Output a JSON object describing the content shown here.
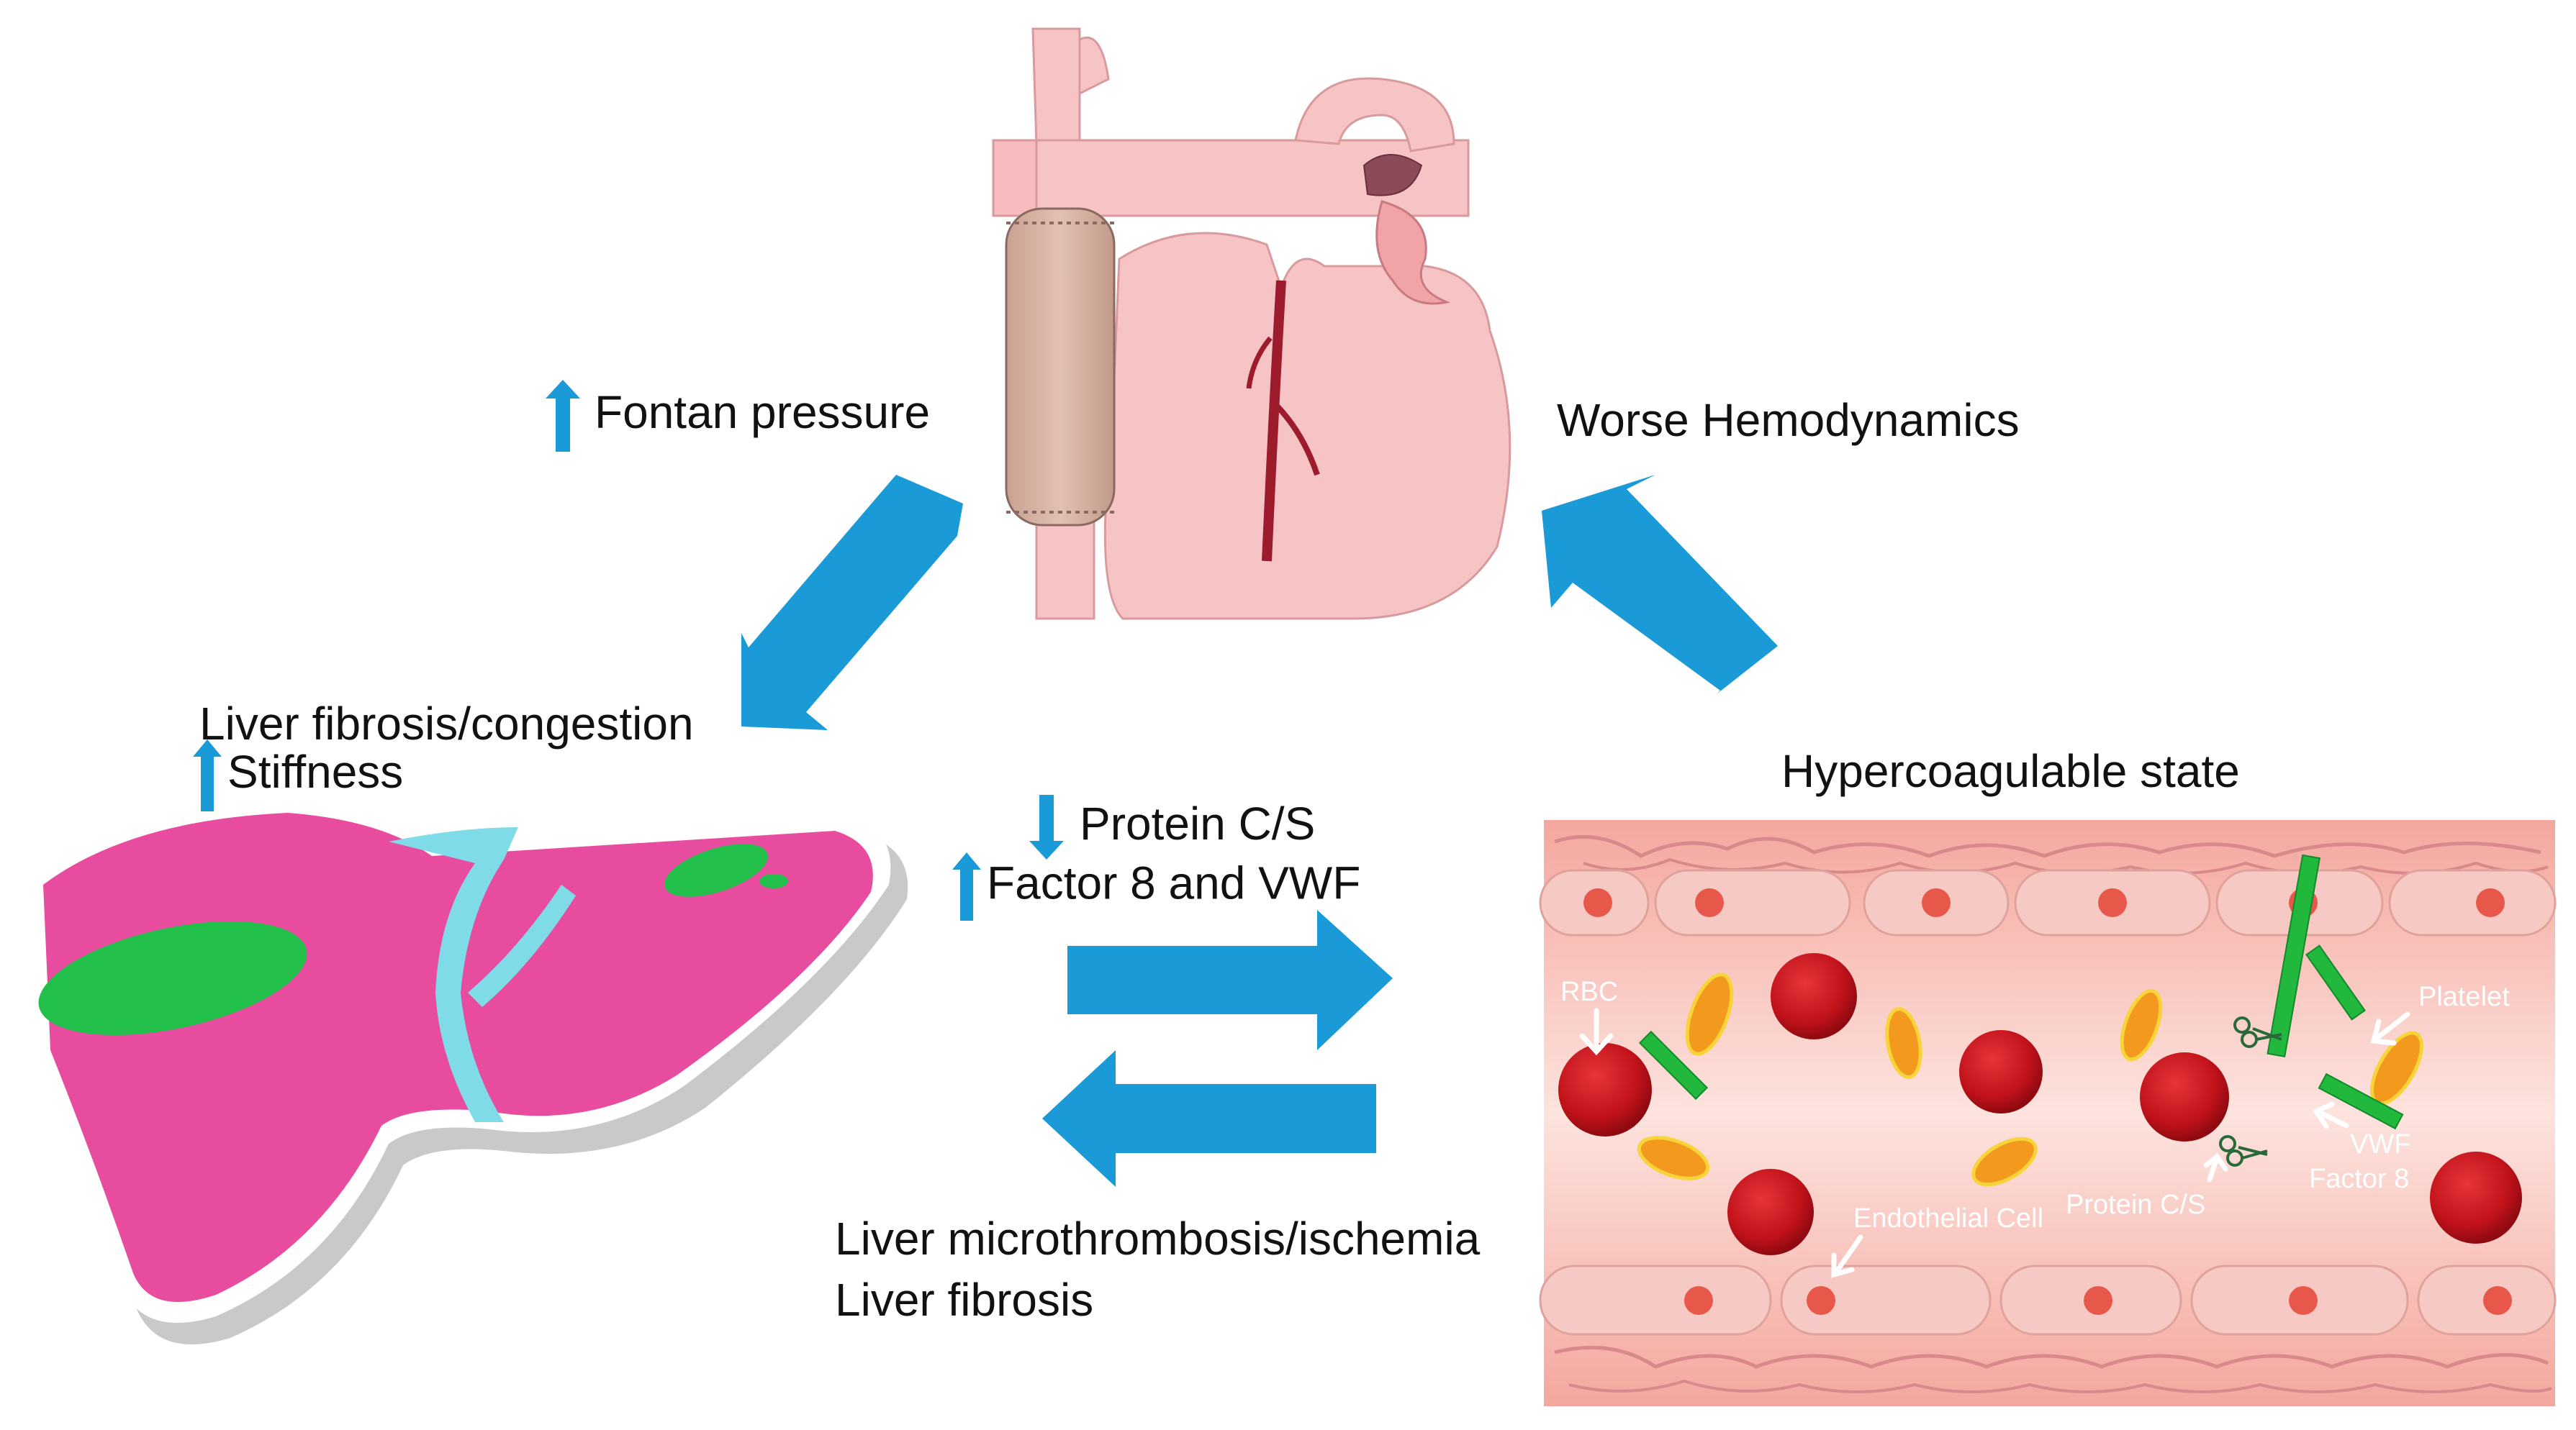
{
  "labels": {
    "fontan_pressure": "Fontan pressure",
    "worse_hemodynamics": "Worse Hemodynamics",
    "liver_fibrosis_congestion": "Liver fibrosis/congestion",
    "stiffness": "Stiffness",
    "protein_cs": "Protein C/S",
    "factor8_vwf": "Factor 8 and VWF",
    "hypercoagulable_state": "Hypercoagulable state",
    "liver_microthrombosis": "Liver microthrombosis/ischemia",
    "liver_fibrosis": "Liver fibrosis"
  },
  "vessel_labels": {
    "rbc": "RBC",
    "platelet": "Platelet",
    "vwf": "VWF",
    "factor8": "Factor 8",
    "protein_cs": "Protein C/S",
    "endothelial_cell": "Endothelial Cell"
  },
  "icons": {
    "up_arrow": "up-arrow-icon",
    "down_arrow": "down-arrow-icon"
  },
  "colors": {
    "arrow_blue": "#1a9ad6",
    "liver_pink": "#e84c9f",
    "liver_green": "#22c04a",
    "liver_cyan": "#7fdbe8",
    "heart_pink": "#f7c4c6",
    "vessel_red": "#c8141a"
  }
}
